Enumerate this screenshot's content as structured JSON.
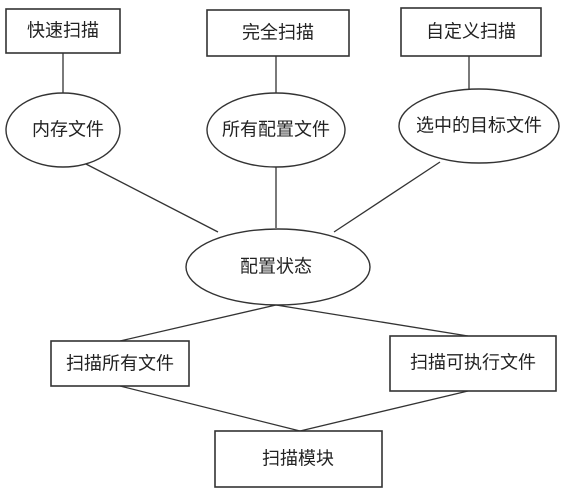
{
  "diagram": {
    "nodes": {
      "quick_scan": "快速扫描",
      "full_scan": "完全扫描",
      "custom_scan": "自定义扫描",
      "memory_files": "内存文件",
      "all_config_files": "所有配置文件",
      "selected_target_files": "选中的目标文件",
      "config_state": "配置状态",
      "scan_all_files": "扫描所有文件",
      "scan_executable_files": "扫描可执行文件",
      "scan_module": "扫描模块"
    }
  }
}
